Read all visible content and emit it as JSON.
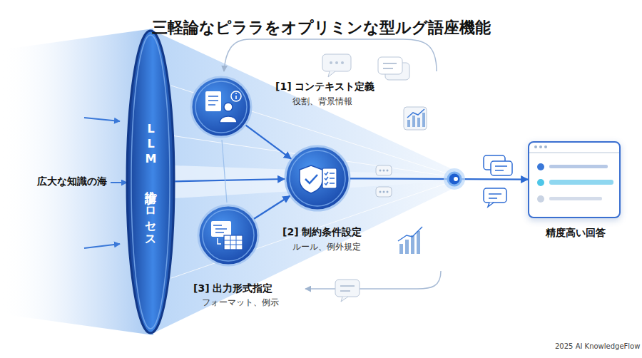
{
  "diagram": {
    "title": "三軽論なピララをオプリミンな型ルグ語座機能",
    "nodes": [
      {
        "text": [
          "LLM 推論プロセス"
        ]
      },
      {
        "text": [
          "[1] コンテキスト定義",
          "役割、背景情報"
        ]
      },
      {
        "text": [
          "[2] 制約条件設定",
          "ルール、例外規定"
        ]
      },
      {
        "text": [
          "[3] 出力形式指定",
          "フォーマット、例示"
        ]
      },
      {
        "text": [
          "精度高い回答"
        ]
      }
    ],
    "edges": [
      {
        "from": 0,
        "to": 2,
        "arrow": "to"
      },
      {
        "from": 1,
        "to": 2,
        "arrow": "to"
      },
      {
        "from": 3,
        "to": 2,
        "arrow": "to"
      },
      {
        "from": 2,
        "to": 4,
        "arrow": "to"
      }
    ],
    "labels": [
      "広大な知識の海",
      "2025 AI KnowledgeFlow"
    ]
  }
}
